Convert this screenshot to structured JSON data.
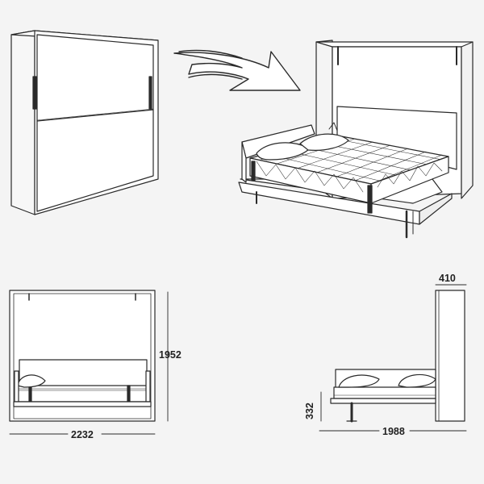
{
  "dimensions": {
    "height": "1952",
    "width": "2232",
    "depth_closed": "410",
    "bed_height": "332",
    "depth_open": "1988"
  },
  "colors": {
    "background": "#f4f4f4",
    "line": "#2a2a2a",
    "panel": "#ffffff"
  }
}
